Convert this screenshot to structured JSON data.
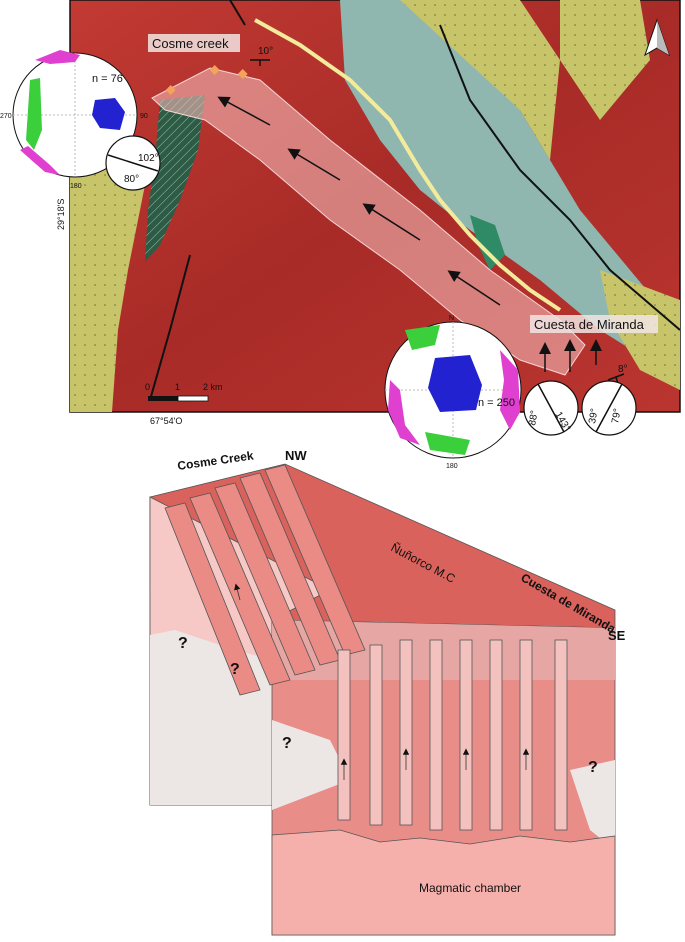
{
  "map": {
    "coord_left": "29°18'S",
    "coord_bottom": "67°54'O",
    "north_label": "N",
    "scale_labels": [
      "0",
      "1",
      "2 km"
    ],
    "site_labels": {
      "cosme": "Cosme creek",
      "cuesta": "Cuesta de Miranda"
    },
    "dip_labels": {
      "cosme": "10°",
      "cuesta": "8°"
    },
    "stereonet_left": {
      "n_label": "n = 76",
      "tick_left": "270",
      "tick_right": "90",
      "tick_bottom": "180"
    },
    "stereonet_right": {
      "n_label": "n = 250",
      "tick_top": "N",
      "tick_bottom": "180"
    },
    "orient_left": {
      "a": "102°",
      "b": "80°"
    },
    "orient_right1": {
      "a": "143°",
      "b": "88°"
    },
    "orient_right2": {
      "a": "39°",
      "b": "79°"
    },
    "colors": {
      "granite": "#b5322e",
      "metased": "#d8d46e",
      "alluvium": "#8fb7b0",
      "dyke_zone": "#f0b7b5",
      "greenstone": "#2e5b45"
    }
  },
  "block": {
    "label_cosme": "Cosme Creek",
    "label_nw": "NW",
    "label_cuesta": "Cuesta de Miranda",
    "label_se": "SE",
    "label_unit": "Ñuñorco M.C",
    "label_chamber": "Magmatic chamber",
    "question_mark": "?",
    "colors": {
      "top": "#d9625d",
      "side_upper": "#e98d89",
      "side_pale": "#f6c9c6",
      "chamber": "#f6b0ac",
      "unknown": "#ece6e5"
    }
  }
}
